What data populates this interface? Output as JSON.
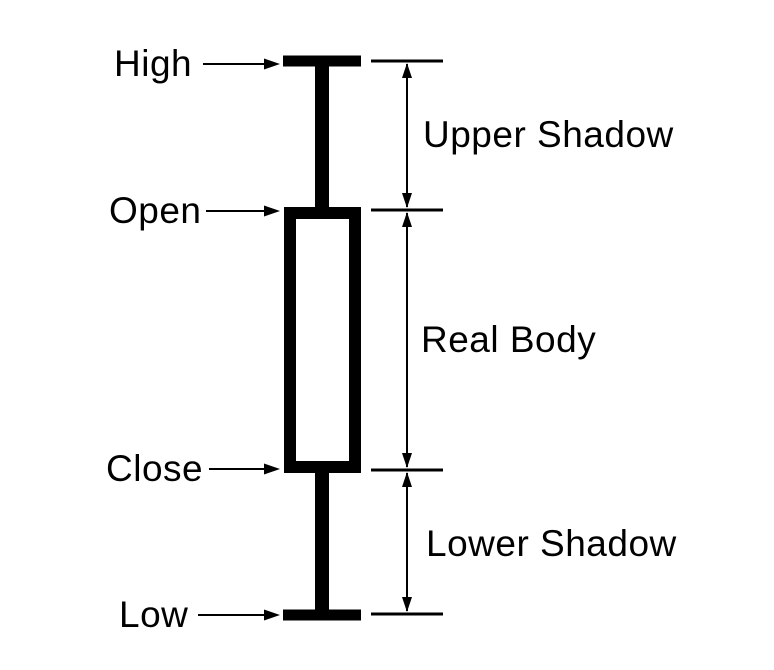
{
  "colors": {
    "ink": "#000000",
    "background": "#ffffff",
    "body_fill": "#ffffff"
  },
  "candle": {
    "price_labels": {
      "high": "High",
      "open": "Open",
      "close": "Close",
      "low": "Low"
    },
    "regions": {
      "upper_shadow": "Upper Shadow",
      "real_body": "Real Body",
      "lower_shadow": "Lower Shadow"
    }
  }
}
